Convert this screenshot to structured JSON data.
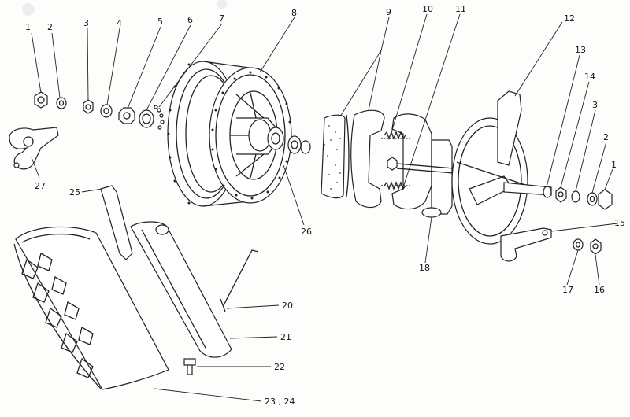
{
  "diagram": {
    "callouts": [
      {
        "id": "c1a",
        "text": "1"
      },
      {
        "id": "c2a",
        "text": "2"
      },
      {
        "id": "c3a",
        "text": "3"
      },
      {
        "id": "c4",
        "text": "4"
      },
      {
        "id": "c5",
        "text": "5"
      },
      {
        "id": "c6",
        "text": "6"
      },
      {
        "id": "c7",
        "text": "7"
      },
      {
        "id": "c8",
        "text": "8"
      },
      {
        "id": "c9",
        "text": "9"
      },
      {
        "id": "c10",
        "text": "10"
      },
      {
        "id": "c11",
        "text": "11"
      },
      {
        "id": "c12",
        "text": "12"
      },
      {
        "id": "c13",
        "text": "13"
      },
      {
        "id": "c14",
        "text": "14"
      },
      {
        "id": "c3b",
        "text": "3"
      },
      {
        "id": "c2b",
        "text": "2"
      },
      {
        "id": "c1b",
        "text": "1"
      },
      {
        "id": "c15",
        "text": "15"
      },
      {
        "id": "c16",
        "text": "16"
      },
      {
        "id": "c17",
        "text": "17"
      },
      {
        "id": "c18",
        "text": "18"
      },
      {
        "id": "c20",
        "text": "20"
      },
      {
        "id": "c21",
        "text": "21"
      },
      {
        "id": "c22",
        "text": "22"
      },
      {
        "id": "c2324",
        "text": "23 , 24"
      },
      {
        "id": "c25",
        "text": "25"
      },
      {
        "id": "c26",
        "text": "26"
      },
      {
        "id": "c27",
        "text": "27"
      }
    ]
  }
}
